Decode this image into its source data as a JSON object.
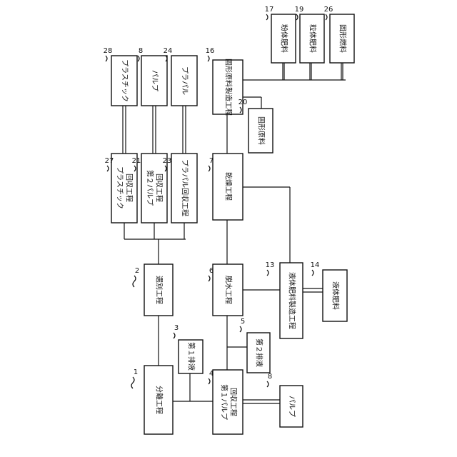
{
  "nodes": {
    "n1": {
      "label": "分離工程",
      "ref": "1"
    },
    "n2": {
      "label": "選別工程",
      "ref": "2"
    },
    "n3": {
      "label": "第１排液",
      "ref": "3"
    },
    "n4": {
      "label": "第１パルプ回収工程",
      "label_lines": [
        "第１パルプ",
        "回収工程"
      ],
      "ref": "4"
    },
    "n8b": {
      "label": "パルプ",
      "ref": "8"
    },
    "n5": {
      "label": "第２排液",
      "ref": "5"
    },
    "n6": {
      "label": "脱水工程",
      "ref": "6"
    },
    "n13": {
      "label": "液体肥料製造工程",
      "ref": "13"
    },
    "n14": {
      "label": "液体肥料",
      "ref": "14"
    },
    "n7": {
      "label": "乾燥工程",
      "ref": "7"
    },
    "n27": {
      "label": "プラスチック回収工程",
      "label_lines": [
        "プラスチック",
        "回収工程"
      ],
      "ref": "27"
    },
    "n21": {
      "label": "第２パルプ回収工程",
      "label_lines": [
        "第２パルプ",
        "回収工程"
      ],
      "ref": "21"
    },
    "n23": {
      "label": "プラパル回収工程",
      "ref": "23"
    },
    "n28": {
      "label": "プラスチック",
      "ref": "28"
    },
    "n8t": {
      "label": "パルプ",
      "ref": "8"
    },
    "n24": {
      "label": "プラパル",
      "ref": "24"
    },
    "n16": {
      "label": "固形原料製造工程",
      "ref": "16"
    },
    "n20": {
      "label": "固形原料",
      "ref": "20"
    },
    "n17": {
      "label": "粉体肥料",
      "ref": "17"
    },
    "n19": {
      "label": "粒体肥料",
      "ref": "19"
    },
    "n26": {
      "label": "固形燃料",
      "ref": "26"
    }
  }
}
